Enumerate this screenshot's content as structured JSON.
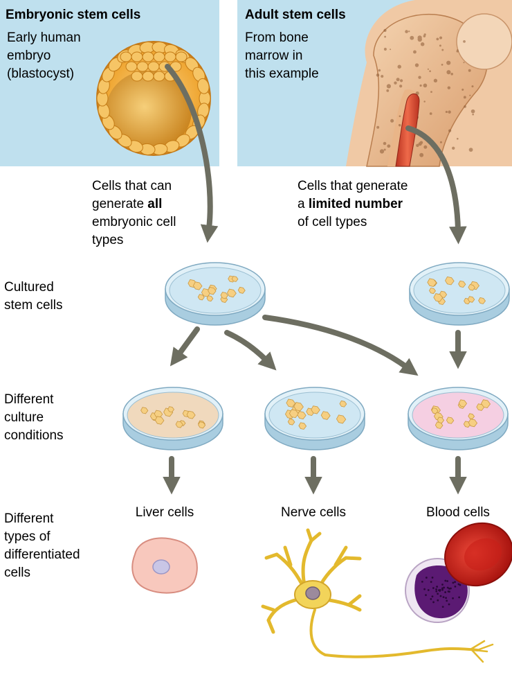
{
  "embryonic_panel": {
    "title": "Embryonic stem cells",
    "desc_lines": [
      "Early human",
      "embryo",
      "(blastocyst)"
    ]
  },
  "adult_panel": {
    "title": "Adult stem cells",
    "desc_lines": [
      "From bone",
      "marrow in",
      "this example"
    ]
  },
  "embryonic_caption": {
    "line1": "Cells that can",
    "line2_pre": "generate ",
    "line2_bold": "all",
    "line3": "embryonic cell",
    "line4": "types"
  },
  "adult_caption": {
    "line1": "Cells that generate",
    "line2_pre": "a ",
    "line2_bold": "limited number",
    "line3": "of cell types"
  },
  "row_labels": {
    "cultured": [
      "Cultured",
      "stem cells"
    ],
    "conditions": [
      "Different",
      "culture",
      "conditions"
    ],
    "differentiated": [
      "Different",
      "types of",
      "differentiated",
      "cells"
    ]
  },
  "cell_types": {
    "liver": "Liver cells",
    "nerve": "Nerve cells",
    "blood": "Blood cells"
  },
  "colors": {
    "panel_bg": "#bfe0ee",
    "arrow": "#6d6e61",
    "blastocyst": "#f3b13c",
    "bone": "#e8b98c",
    "marrow": "#d9533a",
    "dish_blue": "#cfe7f3",
    "dish_tan": "#f0d9bd",
    "dish_pink": "#f5cfe2",
    "liver_cell": "#f8c8bd",
    "nerve_cell": "#f2d45a",
    "red_blood_cell": "#d8261f",
    "white_blood_cell": "#5b1a73"
  }
}
